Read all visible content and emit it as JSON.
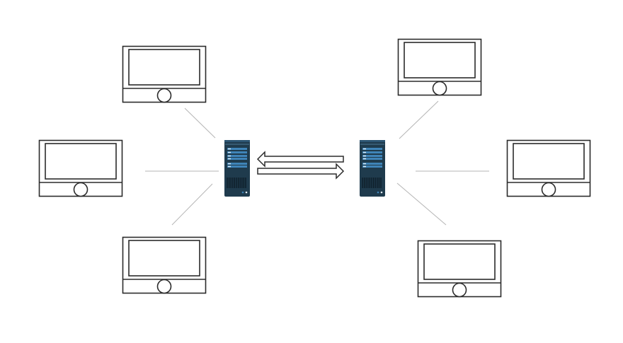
{
  "diagram": {
    "colors": {
      "background": "#ffffff",
      "outline": "#2b2b2b",
      "link": "#b5b5b5",
      "server_body": "#1f3b4d",
      "server_accent": "#3f84b8",
      "server_detail": "#dfe9f0"
    },
    "nodes": {
      "servers": [
        {
          "id": "server-left",
          "icon": "server-tower-icon"
        },
        {
          "id": "server-right",
          "icon": "server-tower-icon"
        }
      ],
      "monitors": [
        {
          "id": "monitor-left-top",
          "icon": "monitor-icon",
          "server": "server-left"
        },
        {
          "id": "monitor-left-middle",
          "icon": "monitor-icon",
          "server": "server-left"
        },
        {
          "id": "monitor-left-bottom",
          "icon": "monitor-icon",
          "server": "server-left"
        },
        {
          "id": "monitor-right-top",
          "icon": "monitor-icon",
          "server": "server-right"
        },
        {
          "id": "monitor-right-middle",
          "icon": "monitor-icon",
          "server": "server-right"
        },
        {
          "id": "monitor-right-bottom",
          "icon": "monitor-icon",
          "server": "server-right"
        }
      ]
    },
    "exchange": {
      "icon": "bidirectional-arrows-icon",
      "from": "server-left",
      "to": "server-right"
    }
  }
}
